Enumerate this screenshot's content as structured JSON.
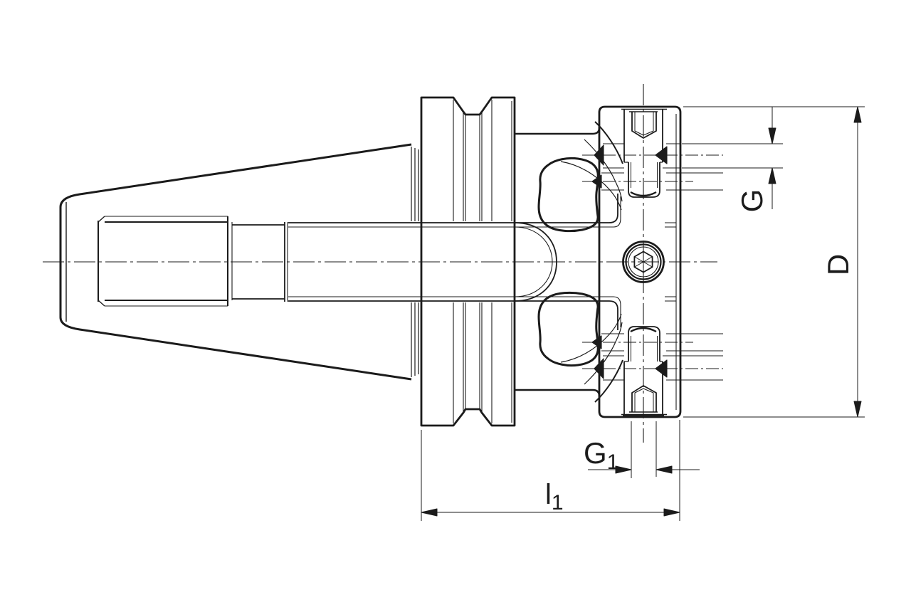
{
  "drawing": {
    "description": "Tool holder technical drawing, side section view",
    "colors": {
      "line": "#1b1b1b",
      "background": "#ffffff"
    },
    "dimensions": {
      "g": {
        "label": "G",
        "orientation": "vertical"
      },
      "d": {
        "label": "D",
        "orientation": "vertical"
      },
      "g1": {
        "label": "G",
        "subscript": "1",
        "orientation": "horizontal"
      },
      "l1": {
        "label": "l",
        "subscript": "1",
        "orientation": "horizontal"
      }
    }
  }
}
